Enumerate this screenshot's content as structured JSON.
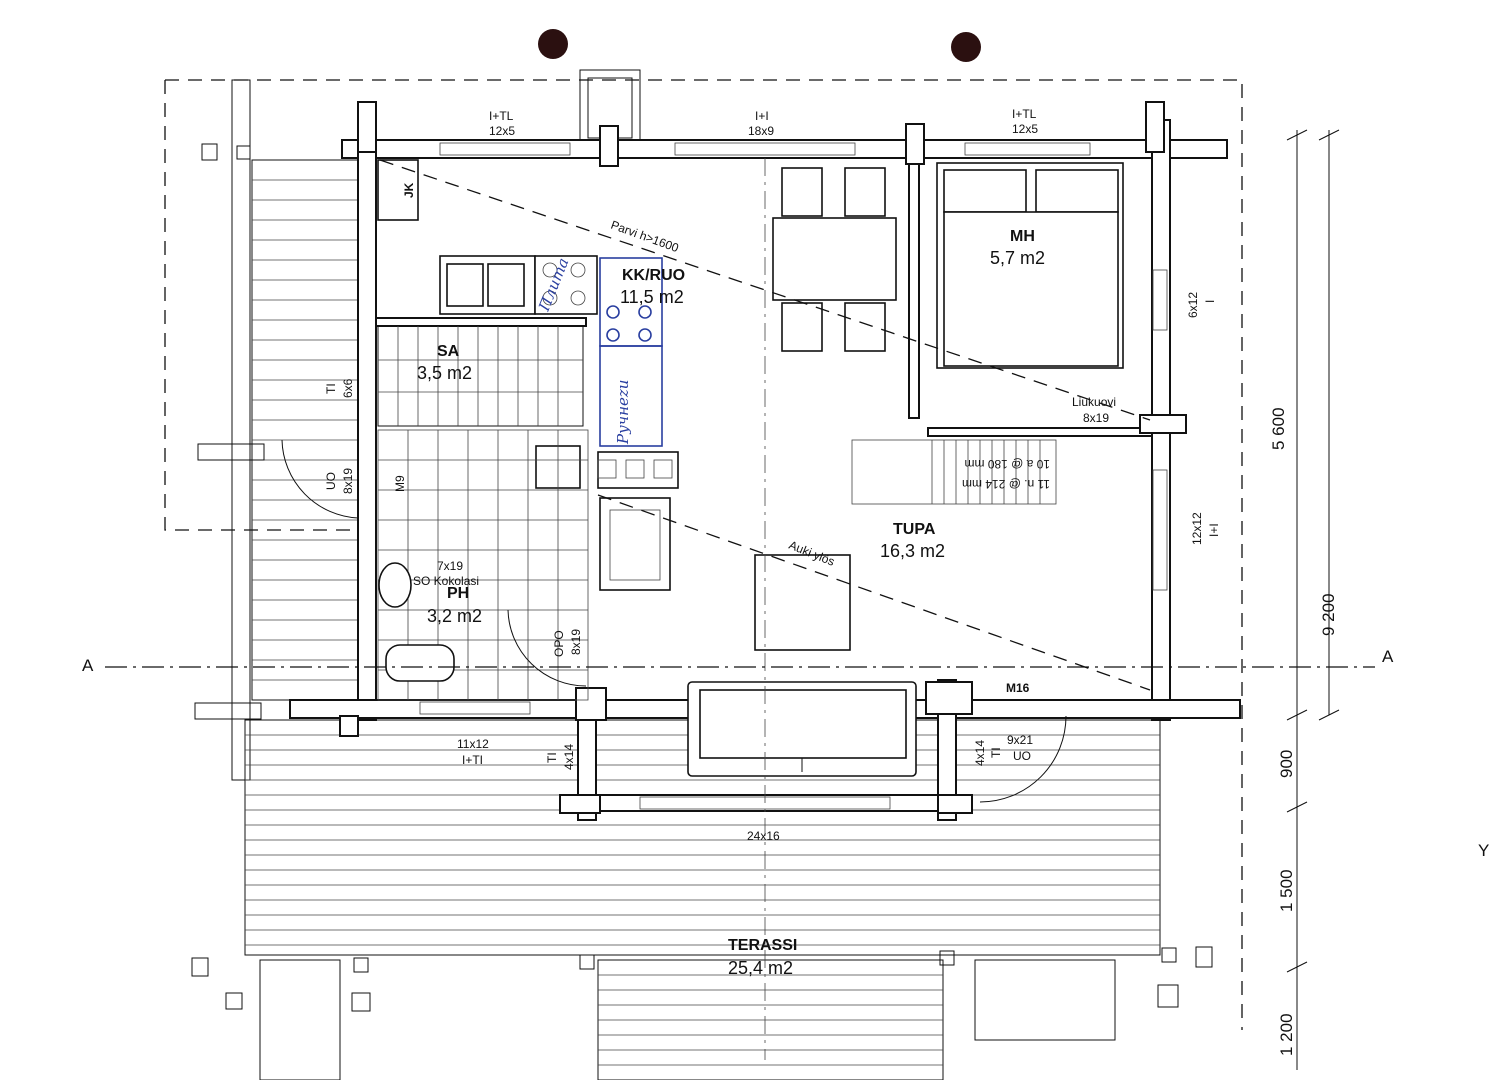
{
  "rooms": {
    "kk": {
      "name": "KK/RUO",
      "area": "11,5 m2"
    },
    "mh": {
      "name": "MH",
      "area": "5,7 m2"
    },
    "sa": {
      "name": "SA",
      "area": "3,5 m2"
    },
    "ph": {
      "name": "PH",
      "area": "3,2 m2"
    },
    "tupa": {
      "name": "TUPA",
      "area": "16,3 m2"
    },
    "terassi": {
      "name": "TERASSI",
      "area": "25,4 m2"
    }
  },
  "labels": {
    "jk": "JK",
    "parvi": "Parvi h>1600",
    "auki": "Auki ylös",
    "win_left_a": "I+TL",
    "win_left_b": "12x5",
    "win_mid_a": "I+I",
    "win_mid_b": "18x9",
    "win_right_a": "I+TL",
    "win_right_b": "12x5",
    "win_mh_a": "6x12",
    "win_mh_b": "I",
    "liukuovi_a": "Liukuovi",
    "liukuovi_b": "8x19",
    "stair_a": "10 a @ 180 mm",
    "stair_b": "11 n. @ 214 mm",
    "win_tupa_a": "12x12",
    "win_tupa_b": "I+I",
    "ti_sa_a": "TI",
    "ti_sa_b": "6x6",
    "uo_left_a": "UO",
    "uo_left_b": "8x19",
    "m9": "M9",
    "win_ph_a": "7x19",
    "win_ph_b": "SO Kokolasi",
    "opo_a": "OPO",
    "opo_b": "8x19",
    "m16": "M16",
    "win_term_a": "11x12",
    "win_term_b": "I+TI",
    "ti_left_a": "TI",
    "ti_left_b": "4x14",
    "ti_right_a": "4x14",
    "ti_right_b": "TI",
    "door_uo_a": "9x21",
    "door_uo_b": "UO",
    "win_bottom": "24x16",
    "axis_left": "A",
    "axis_right": "A",
    "edge_char": "Y"
  },
  "handwriting": {
    "stove": "Плита",
    "oven": "Pучнеzu"
  },
  "dimensions": {
    "d5600": "5 600",
    "d9200": "9 200",
    "d900": "900",
    "d1500": "1 500",
    "d1200": "1 200"
  }
}
